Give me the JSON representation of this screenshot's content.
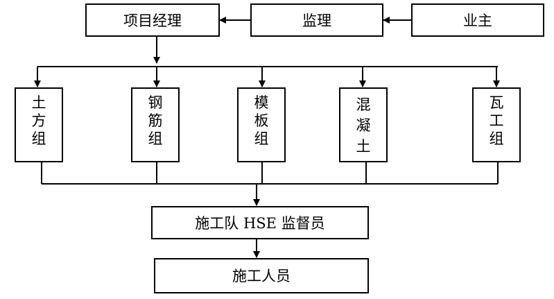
{
  "nodes": {
    "project_manager": "项目经理",
    "supervisor": "监理",
    "owner": "业主",
    "earthwork_group": [
      "土",
      "方",
      "组"
    ],
    "rebar_group": [
      "钢",
      "筋",
      "组"
    ],
    "formwork_group": [
      "模",
      "板",
      "组"
    ],
    "concrete_group": [
      "混",
      "凝",
      "土"
    ],
    "masonry_group": [
      "瓦",
      "工",
      "组"
    ],
    "hse_supervisor": "施工队 HSE 监督员",
    "construction_staff": "施工人员"
  },
  "colors": {
    "line": "#000000",
    "box_fill": "#ffffff"
  }
}
